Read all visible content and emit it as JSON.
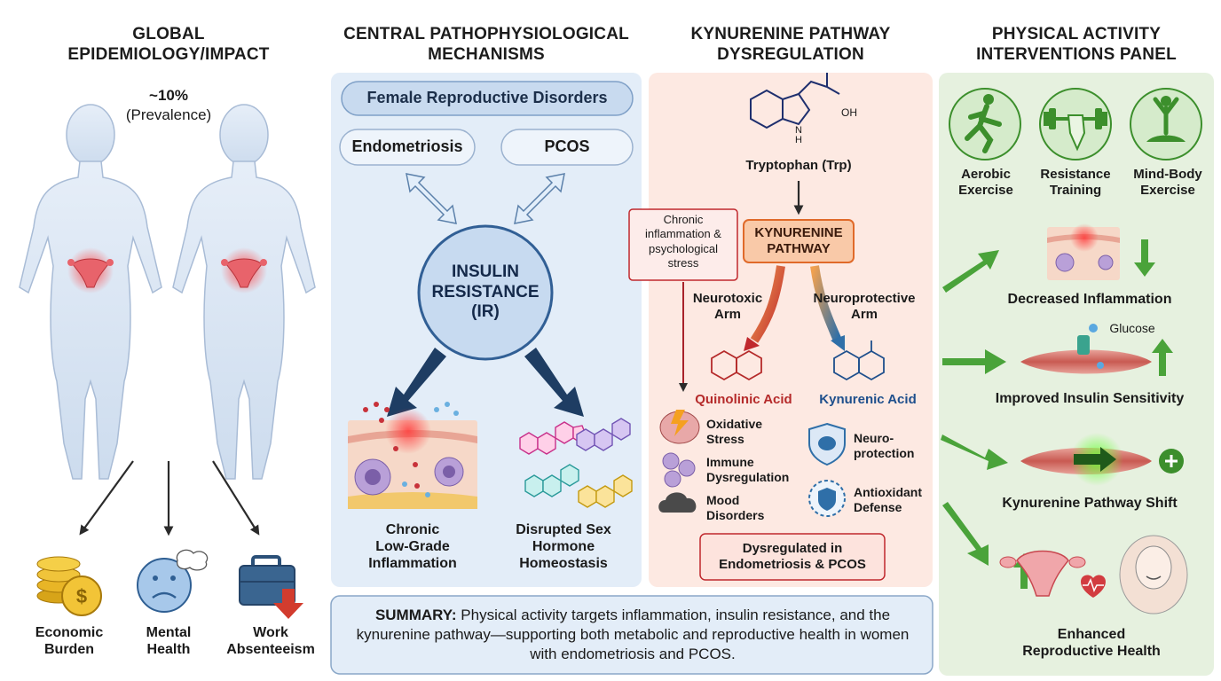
{
  "columns": {
    "epi": "GLOBAL\nEPIDEMIOLOGY/IMPACT",
    "mech": "CENTRAL PATHOPHYSIOLOGICAL\nMECHANISMS",
    "kyn": "KYNURENINE PATHWAY\nDYSREGULATION",
    "pa": "PHYSICAL ACTIVITY\nINTERVENTIONS PANEL"
  },
  "epidemiology": {
    "prevalence_value": "~10%",
    "prevalence_label": "(Prevalence)",
    "impacts": [
      "Economic\nBurden",
      "Mental\nHealth",
      "Work\nAbsenteeism"
    ]
  },
  "mechanisms": {
    "top_box": "Female Reproductive Disorders",
    "disorder_1": "Endometriosis",
    "disorder_2": "PCOS",
    "center": "INSULIN\nRESISTANCE\n(IR)",
    "outcome_1": "Chronic\nLow-Grade\nInflammation",
    "outcome_2": "Disrupted Sex\nHormone\nHomeostasis"
  },
  "kynurenine": {
    "oh_label": "OH",
    "nh_label": "N\nH",
    "tryptophan": "Tryptophan (Trp)",
    "trigger": "Chronic\ninflammation &\npsychological\nstress",
    "pathway": "KYNURENINE\nPATHWAY",
    "neurotoxic": "Neurotoxic\nArm",
    "neuroprotective": "Neuroprotective\nArm",
    "quinolinic": "Quinolinic Acid",
    "kynurenic": "Kynurenic Acid",
    "effects_toxic": [
      "Oxidative\nStress",
      "Immune\nDysregulation",
      "Mood\nDisorders"
    ],
    "effects_protective": [
      "Neuro-\nprotection",
      "Antioxidant\nDefense"
    ],
    "footer": "Dysregulated in\nEndometriosis & PCOS"
  },
  "interventions": {
    "exercises": [
      "Aerobic\nExercise",
      "Resistance\nTraining",
      "Mind-Body\nExercise"
    ],
    "benefit_1": "Decreased Inflammation",
    "glucose": "Glucose",
    "benefit_2": "Improved Insulin Sensitivity",
    "benefit_3": "Kynurenine Pathway Shift",
    "benefit_4": "Enhanced\nReproductive Health"
  },
  "summary": {
    "label": "SUMMARY:",
    "text": " Physical activity targets inflammation, insulin resistance, and the kynurenine pathway—supporting both metabolic and reproductive health in women with endometriosis and PCOS."
  },
  "colors": {
    "mech_panel": "#e3edf8",
    "kyn_panel": "#fde9e2",
    "pa_panel": "#e6f1df",
    "accent_green": "#3c8f2c",
    "accent_red": "#c0282d",
    "accent_blue": "#2f6fa8",
    "navy": "#1e3d63"
  }
}
